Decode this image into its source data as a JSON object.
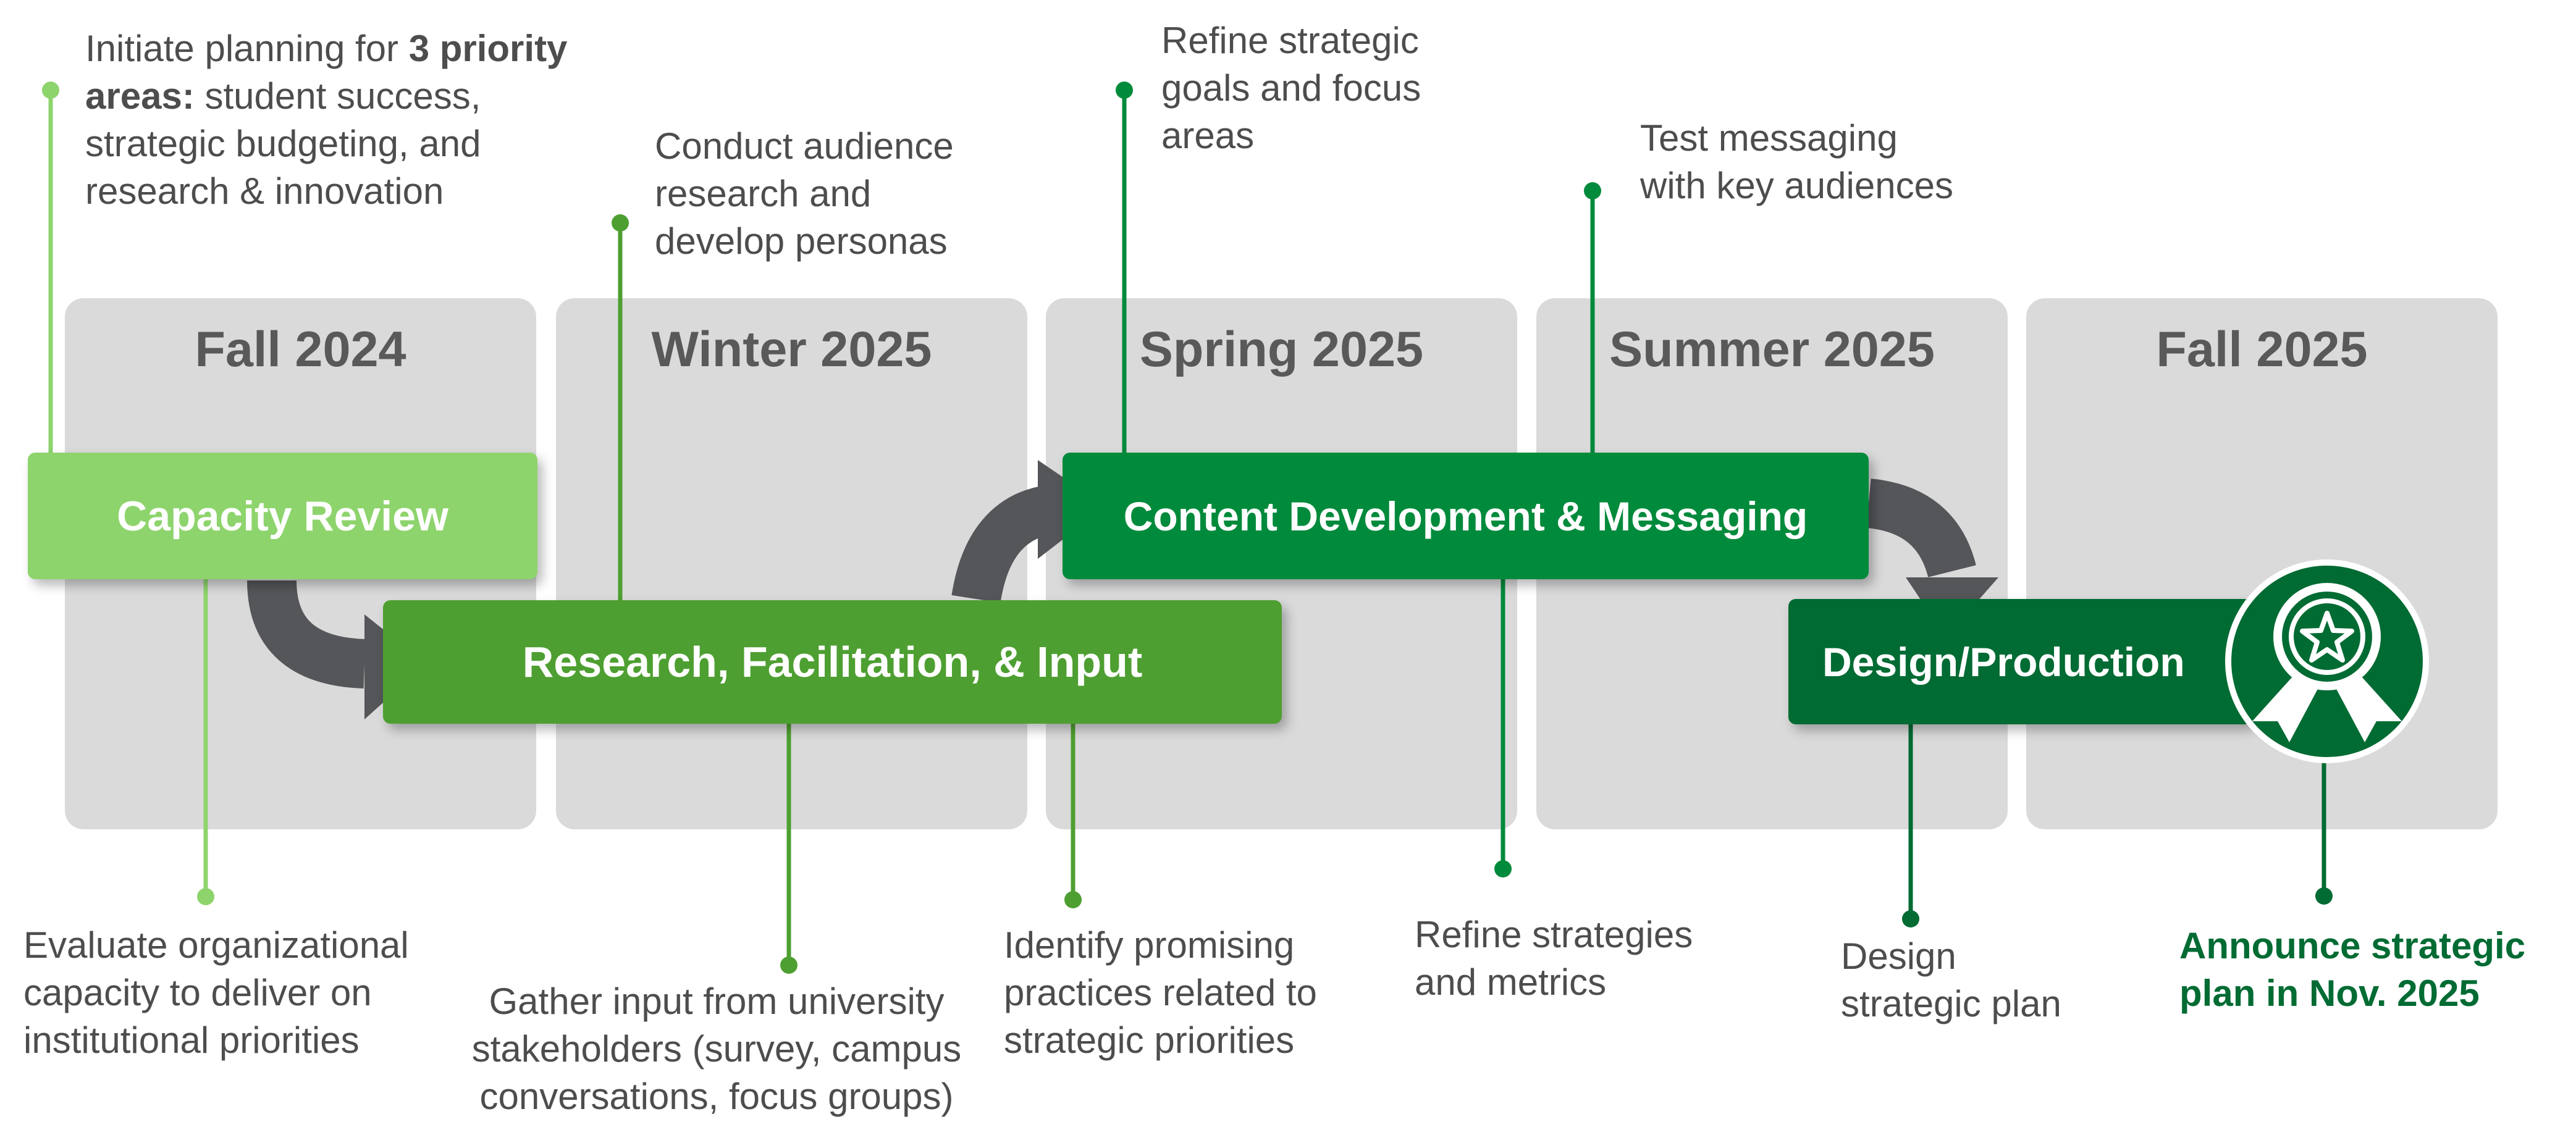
{
  "seasons": [
    "Fall 2024",
    "Winter 2025",
    "Spring 2025",
    "Summer 2025",
    "Fall 2025"
  ],
  "phases": {
    "capacity_review": "Capacity Review",
    "research": "Research, Facilitation, & Input",
    "content": "Content Development & Messaging",
    "design": "Design/Production"
  },
  "notes_top": {
    "fall2024": {
      "line1": "Initiate planning for",
      "line1_bold": "3 priority",
      "line2_bold": "areas:",
      "line2": "student success,",
      "line3": "strategic budgeting, and",
      "line4": "research & innovation"
    },
    "winter2025": [
      "Conduct audience",
      "research and",
      "develop personas"
    ],
    "spring2025": [
      "Refine strategic",
      "goals and focus",
      "areas"
    ],
    "summer2025": [
      "Test messaging",
      "with key audiences"
    ]
  },
  "notes_bottom": {
    "capacity": [
      "Evaluate organizational",
      "capacity to deliver on",
      "institutional priorities"
    ],
    "research": [
      "Gather input from university",
      "stakeholders (survey, campus",
      "conversations, focus groups)"
    ],
    "practices": [
      "Identify promising",
      "practices related to",
      "strategic priorities"
    ],
    "strategies": [
      "Refine strategies",
      "and metrics"
    ],
    "design": [
      "Design",
      "strategic plan"
    ],
    "announce": [
      "Announce strategic",
      "plan in Nov. 2025"
    ]
  },
  "colors": {
    "light_green": "#8ed46d",
    "mid_green": "#4e9f31",
    "green": "#008a3b",
    "dark_green": "#006b33",
    "arrow_gray": "#545659",
    "panel_gray": "#dadada",
    "text_gray": "#4d4d4d"
  },
  "icons": {
    "award": "award-ribbon-star-icon"
  }
}
